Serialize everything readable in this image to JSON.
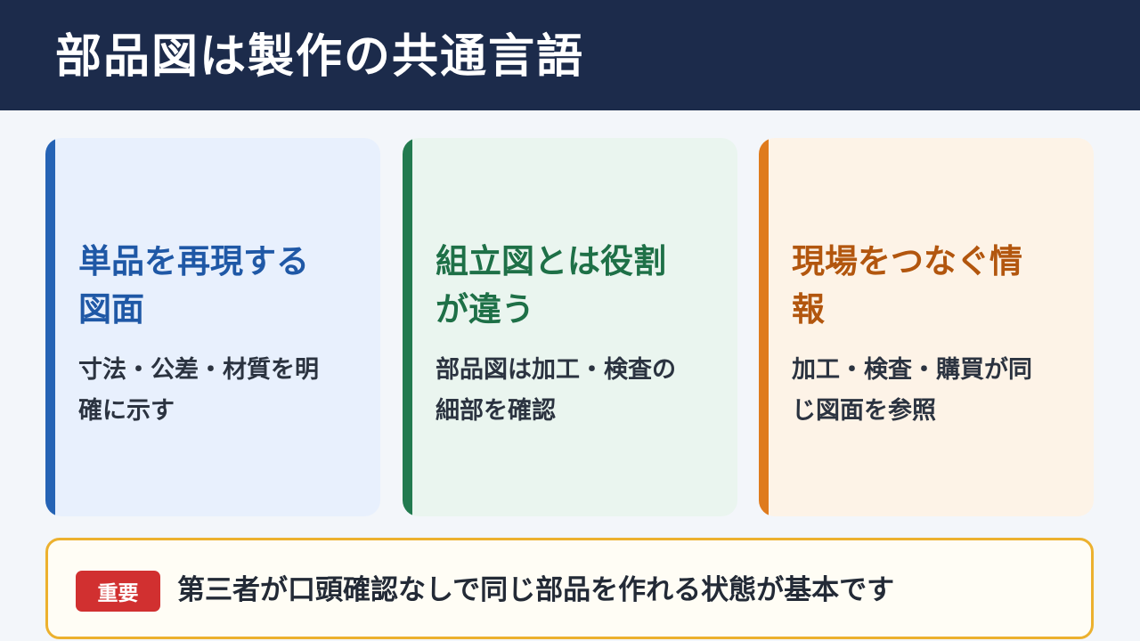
{
  "header": {
    "title": "部品図は製作の共通言語"
  },
  "cards": [
    {
      "heading_line1": "単品を再現する",
      "heading_line2": "図面",
      "text_line1": "寸法・公差・材質を明",
      "text_line2": "確に示す"
    },
    {
      "heading_line1": "組立図とは役割",
      "heading_line2": "が違う",
      "text_line1": "部品図は加工・検査の",
      "text_line2": "細部を確認"
    },
    {
      "heading_line1": "現場をつなぐ情",
      "heading_line2": "報",
      "text_line1": "加工・検査・購買が同",
      "text_line2": "じ図面を参照"
    }
  ],
  "note": {
    "badge": "重要",
    "text": "第三者が口頭確認なしで同じ部品を作れる状態が基本です"
  },
  "colors": {
    "header_bg": "#1c2b4b",
    "card1_accent": "#2563b5",
    "card2_accent": "#227a4f",
    "card3_accent": "#df7b1d",
    "note_border": "#ecb12e",
    "badge_bg": "#d13030"
  }
}
